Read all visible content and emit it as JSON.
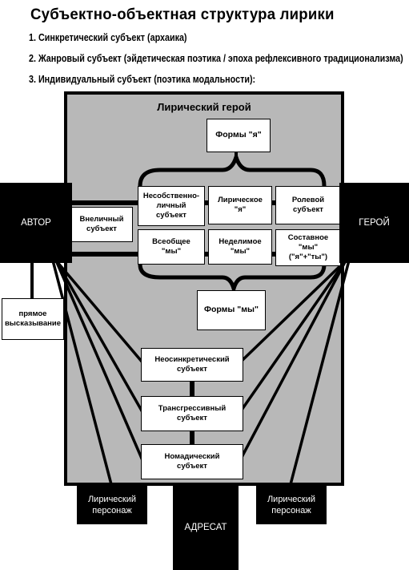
{
  "title": "Субъектно-объектная структура лирики",
  "headings": [
    "1. Синкретический субъект (архаика)",
    "2. Жанровый субъект (эйдетическая поэтика / эпоха рефлексивного традиционализма)",
    "3. Индивидуальный субъект (поэтика модальности):"
  ],
  "panel_title": "Лирический герой",
  "nodes": {
    "forms_ya": "Формы \"я\"",
    "nesobstvenno": "Несобственно-\nличный\nсубъект",
    "liricheskoe_ya": "Лирическое\n\"я\"",
    "rolevoy": "Ролевой\nсубъект",
    "vseobshee_my": "Всеобщее\n\"мы\"",
    "nedelimoe_my": "Неделимое\n\"мы\"",
    "sostavnoe_my": "Составное\n\"мы\"\n(\"я\"+\"ты\")",
    "forms_my": "Формы \"мы\"",
    "vnelichny": "Вне­личный\nсубъект",
    "pryamoe": "прямое\nвысказывание",
    "neosinkret": "Неосинкретический\nсубъект",
    "transgress": "Трансгрессивный\nсубъект",
    "nomadic": "Номадический\nсубъект",
    "avtor": "АВТОР",
    "geroy": "ГЕРОЙ",
    "adresat": "АДРЕСАТ",
    "lir_personazh_left": "Лирический\nперсонаж",
    "lir_personazh_right": "Лирический\nперсонаж"
  }
}
